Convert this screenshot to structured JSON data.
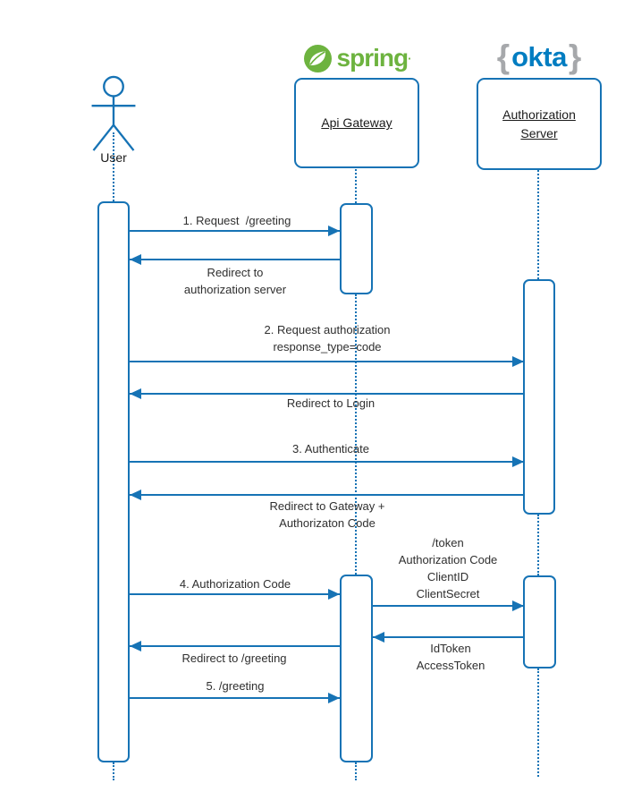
{
  "colors": {
    "line_blue": "#1673b5",
    "spring_green": "#6db33f",
    "okta_blue": "#007dc1",
    "brace_gray": "#a6a8ab",
    "text": "#2f2f2f"
  },
  "actors": {
    "user": {
      "label": "User"
    },
    "api_gateway": {
      "label": "Api Gateway"
    },
    "authorization_server": {
      "label": "Authorization\nServer"
    }
  },
  "logos": {
    "spring": {
      "wordmark": "spring",
      "trademark": "·"
    },
    "okta": {
      "wordmark": "okta",
      "brace_left": "{",
      "brace_right": "}"
    }
  },
  "messages": [
    {
      "label": "1. Request  /greeting",
      "from": "User",
      "to": "Api Gateway",
      "direction": "right"
    },
    {
      "label": "Redirect to\nauthorization server",
      "from": "Api Gateway",
      "to": "User",
      "direction": "left"
    },
    {
      "label": "2. Request authorization\nresponse_type=code",
      "from": "User",
      "to": "Authorization Server",
      "direction": "right"
    },
    {
      "label": "Redirect to Login",
      "from": "Authorization Server",
      "to": "User",
      "direction": "left"
    },
    {
      "label": "3. Authenticate",
      "from": "User",
      "to": "Authorization Server",
      "direction": "right"
    },
    {
      "label": "Redirect to Gateway +\nAuthorizaton Code",
      "from": "Authorization Server",
      "to": "User",
      "direction": "left"
    },
    {
      "label": "4. Authorization Code",
      "from": "User",
      "to": "Api Gateway",
      "direction": "right"
    },
    {
      "label": "/token\nAuthorization Code\nClientID\nClientSecret",
      "from": "Api Gateway",
      "to": "Authorization Server",
      "direction": "right"
    },
    {
      "label": "IdToken\nAccessToken",
      "from": "Authorization Server",
      "to": "Api Gateway",
      "direction": "left"
    },
    {
      "label": "Redirect to /greeting",
      "from": "Api Gateway",
      "to": "User",
      "direction": "left"
    },
    {
      "label": "5. /greeting",
      "from": "User",
      "to": "Api Gateway",
      "direction": "right"
    }
  ]
}
